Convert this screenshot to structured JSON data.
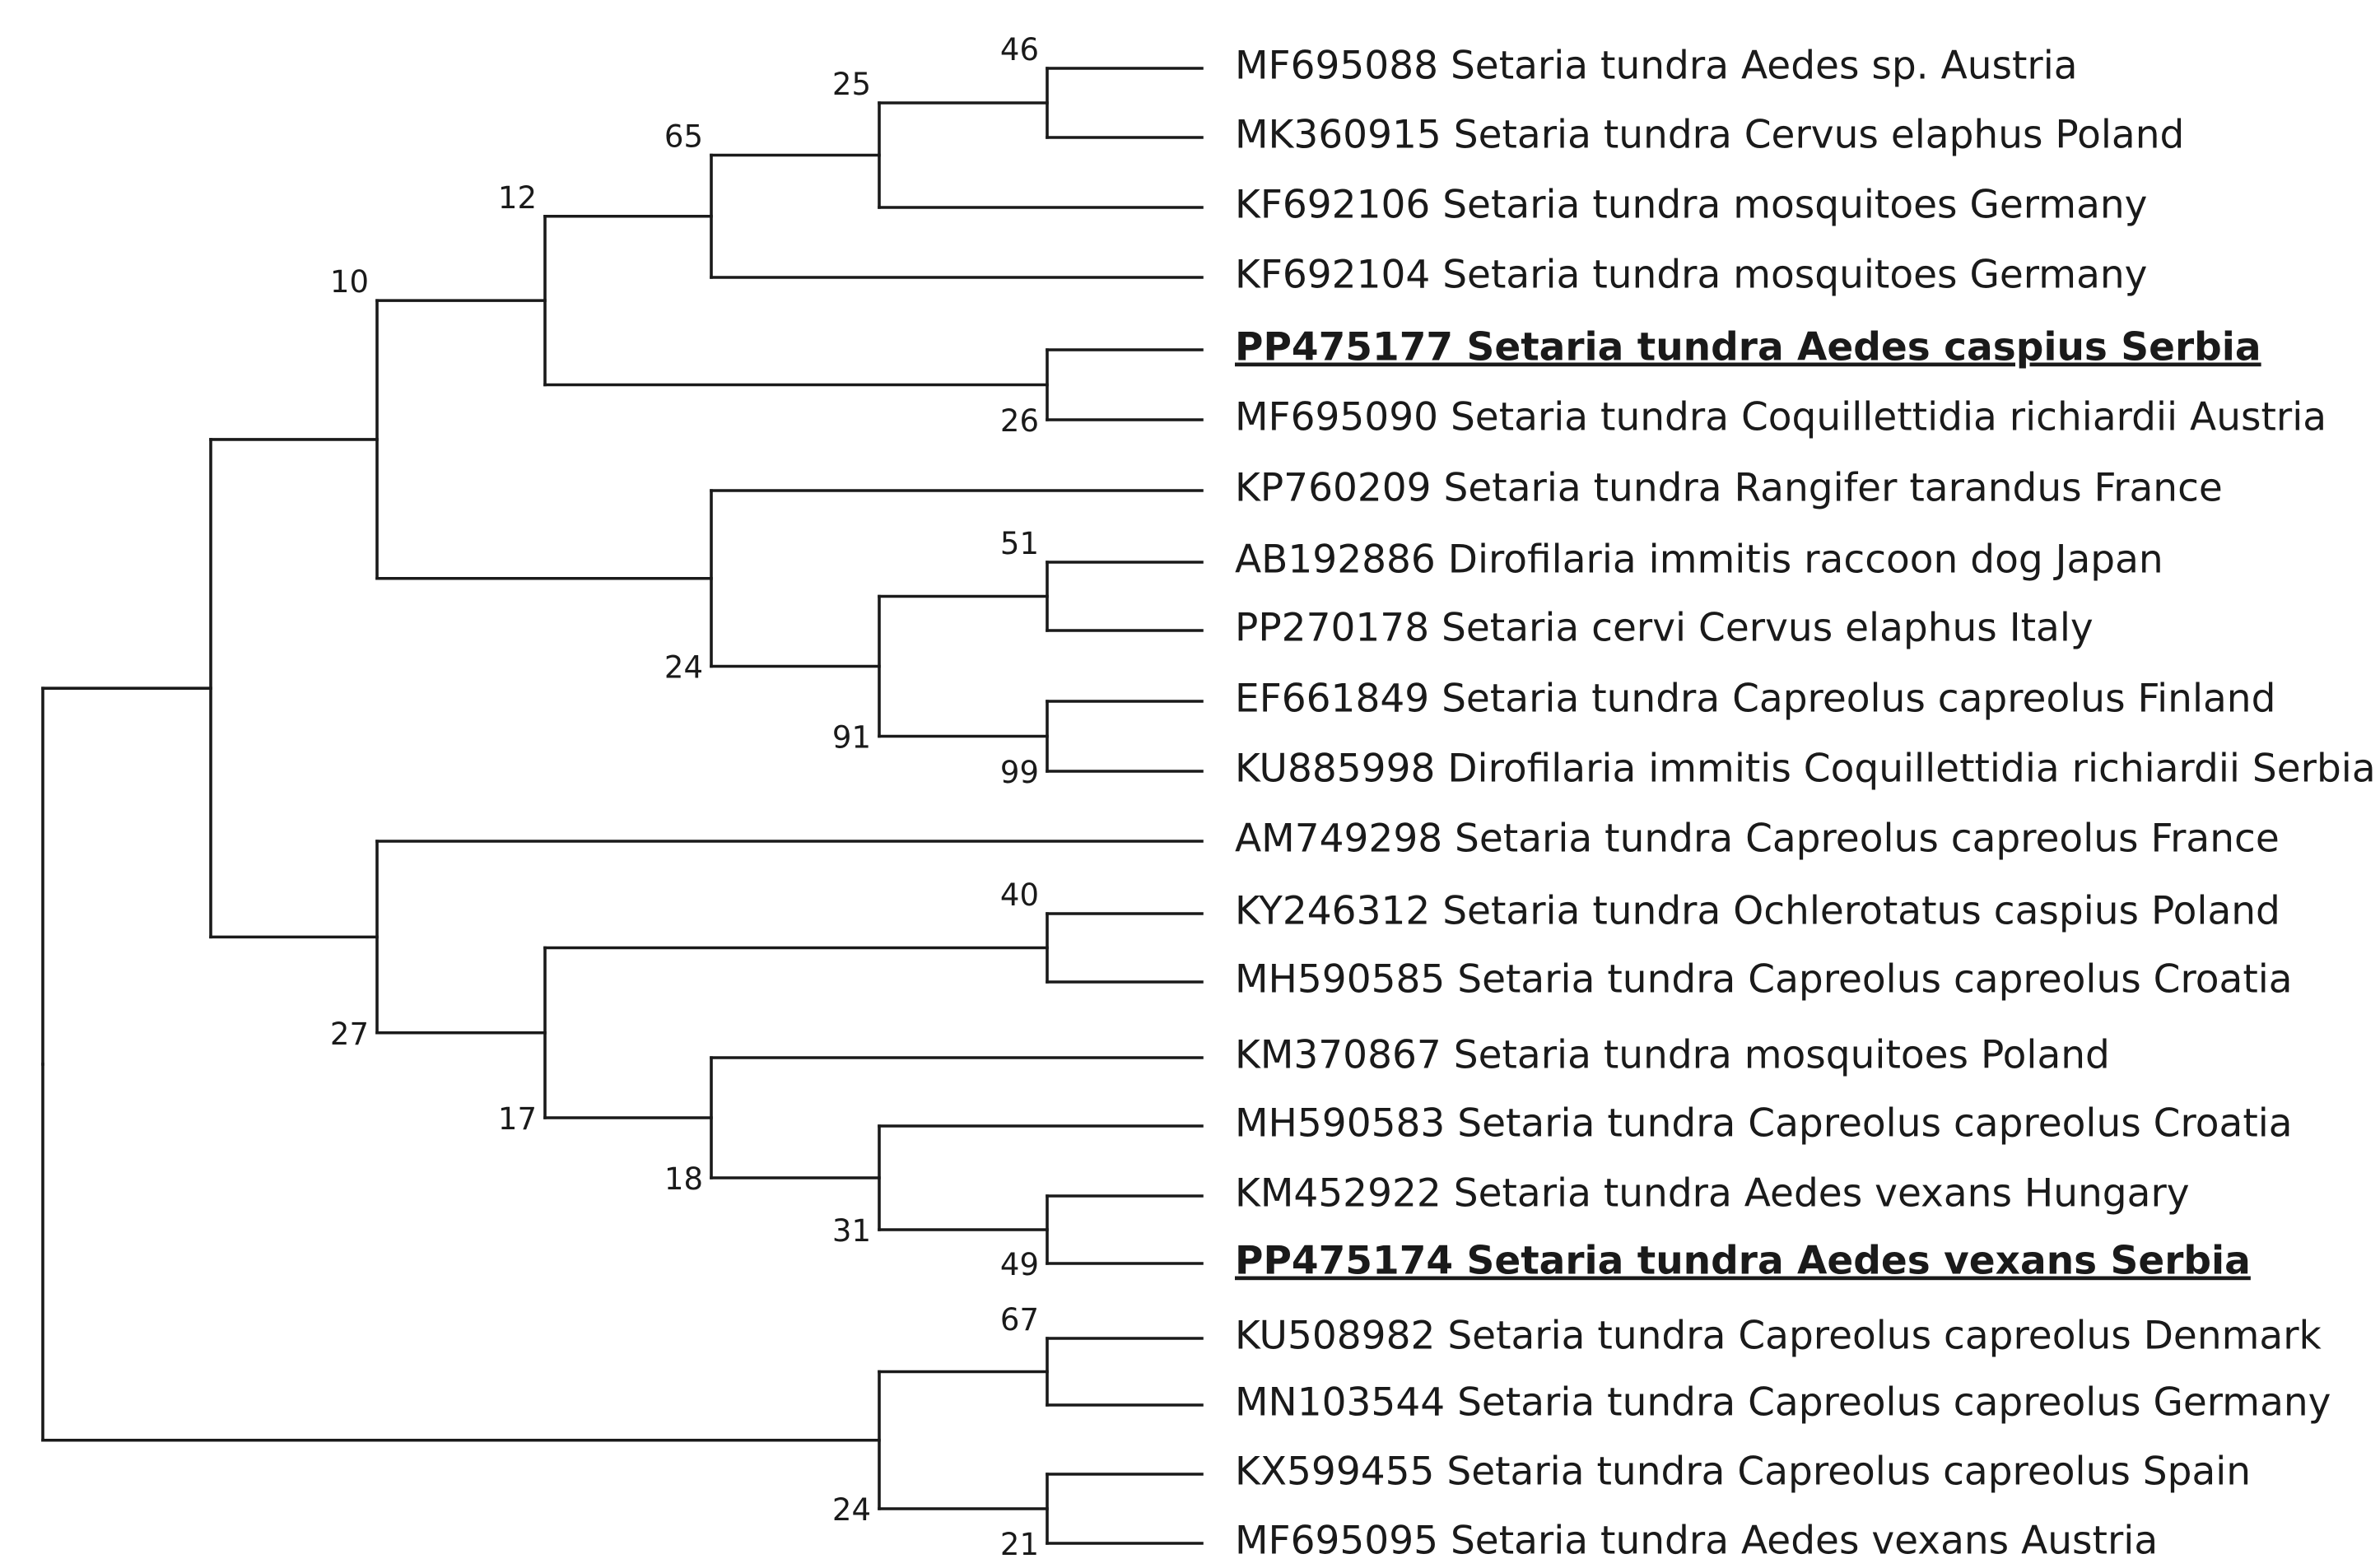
{
  "tree": {
    "leaves": [
      {
        "id": "L1",
        "label": "MF695088 Setaria tundra Aedes sp. Austria"
      },
      {
        "id": "L2",
        "label": "MK360915 Setaria tundra Cervus elaphus Poland"
      },
      {
        "id": "L3",
        "label": "KF692106 Setaria tundra mosquitoes Germany"
      },
      {
        "id": "L4",
        "label": "KF692104 Setaria tundra mosquitoes Germany"
      },
      {
        "id": "L5",
        "label": "PP475177 Setaria tundra Aedes caspius Serbia",
        "highlighted": true
      },
      {
        "id": "L6",
        "label": "MF695090 Setaria tundra Coquillettidia richiardii Austria"
      },
      {
        "id": "L7",
        "label": "KP760209 Setaria tundra Rangifer tarandus France"
      },
      {
        "id": "L8",
        "label": "AB192886 Dirofilaria immitis raccoon dog Japan"
      },
      {
        "id": "L9",
        "label": "PP270178 Setaria cervi Cervus elaphus Italy"
      },
      {
        "id": "L10",
        "label": "EF661849 Setaria tundra Capreolus capreolus Finland"
      },
      {
        "id": "L11",
        "label": "KU885998 Dirofilaria immitis Coquillettidia richiardii Serbia"
      },
      {
        "id": "L12",
        "label": "AM749298 Setaria tundra Capreolus capreolus France"
      },
      {
        "id": "L13",
        "label": "KY246312 Setaria tundra Ochlerotatus caspius Poland"
      },
      {
        "id": "L14",
        "label": "MH590585 Setaria tundra Capreolus capreolus Croatia"
      },
      {
        "id": "L15",
        "label": "KM370867 Setaria tundra mosquitoes Poland"
      },
      {
        "id": "L16",
        "label": "MH590583 Setaria tundra Capreolus capreolus Croatia"
      },
      {
        "id": "L17",
        "label": "KM452922 Setaria tundra Aedes vexans Hungary"
      },
      {
        "id": "L18",
        "label": "PP475174 Setaria tundra Aedes vexans Serbia",
        "highlighted": true
      },
      {
        "id": "L19",
        "label": "KU508982 Setaria tundra Capreolus capreolus Denmark"
      },
      {
        "id": "L20",
        "label": "MN103544 Setaria tundra Capreolus capreolus Germany"
      },
      {
        "id": "L21",
        "label": "KX599455 Setaria tundra Capreolus capreolus Spain"
      },
      {
        "id": "L22",
        "label": "MF695095 Setaria tundra Aedes vexans Austria"
      }
    ],
    "clades": [
      {
        "id": "n46",
        "support": "46",
        "children": [
          "L1",
          "L2"
        ]
      },
      {
        "id": "n25",
        "support": "25",
        "children": [
          "n46",
          "L3"
        ]
      },
      {
        "id": "n65",
        "support": "65",
        "children": [
          "n25",
          "L4"
        ]
      },
      {
        "id": "n26",
        "support": "26",
        "children": [
          "L5",
          "L6"
        ]
      },
      {
        "id": "n12",
        "support": "12",
        "children": [
          "n65",
          "n26"
        ]
      },
      {
        "id": "n51",
        "support": "51",
        "children": [
          "L8",
          "L9"
        ]
      },
      {
        "id": "n99",
        "support": "99",
        "children": [
          "L10",
          "L11"
        ]
      },
      {
        "id": "n91",
        "support": "91",
        "children": [
          "n51",
          "n99"
        ]
      },
      {
        "id": "n24a",
        "support": "24",
        "children": [
          "L7",
          "n91"
        ]
      },
      {
        "id": "n10",
        "support": "10",
        "children": [
          "n12",
          "n24a"
        ]
      },
      {
        "id": "n40",
        "support": "40",
        "children": [
          "L13",
          "L14"
        ]
      },
      {
        "id": "n49",
        "support": "49",
        "children": [
          "L17",
          "L18"
        ]
      },
      {
        "id": "n31",
        "support": "31",
        "children": [
          "L16",
          "n49"
        ]
      },
      {
        "id": "n18",
        "support": "18",
        "children": [
          "L15",
          "n31"
        ]
      },
      {
        "id": "n17",
        "support": "17",
        "children": [
          "n40",
          "n18"
        ]
      },
      {
        "id": "n27",
        "support": "27",
        "children": [
          "L12",
          "n17"
        ]
      },
      {
        "id": "nA",
        "support": "",
        "children": [
          "n10",
          "n27"
        ]
      },
      {
        "id": "n67",
        "support": "67",
        "children": [
          "L19",
          "L20"
        ]
      },
      {
        "id": "n21",
        "support": "21",
        "children": [
          "L21",
          "L22"
        ]
      },
      {
        "id": "n24b",
        "support": "24",
        "children": [
          "n67",
          "n21"
        ]
      },
      {
        "id": "root",
        "support": "",
        "children": [
          "nA",
          "n24b"
        ]
      }
    ]
  }
}
